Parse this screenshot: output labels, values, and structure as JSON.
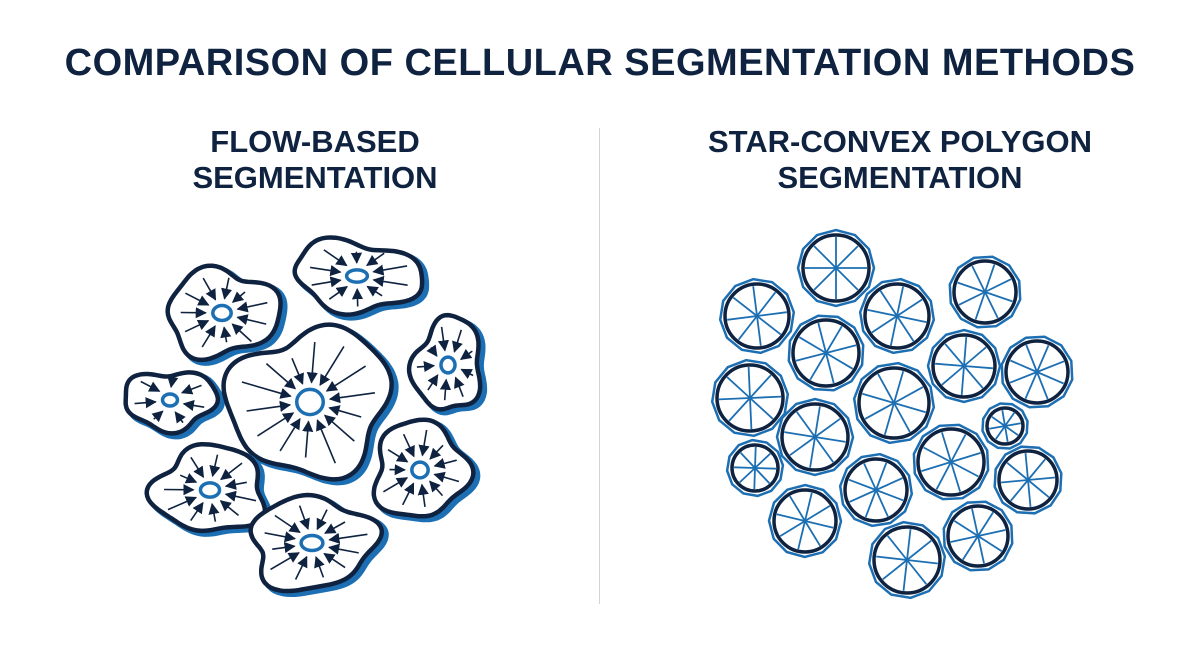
{
  "title": "COMPARISON OF CELLULAR SEGMENTATION METHODS",
  "left_panel": {
    "title_line1": "FLOW-BASED",
    "title_line2": "SEGMENTATION"
  },
  "right_panel": {
    "title_line1": "STAR-CONVEX POLYGON",
    "title_line2": "SEGMENTATION"
  },
  "colors": {
    "navy": "#0f2340",
    "blue": "#1d6fb3",
    "divider": "#cfd4da"
  }
}
